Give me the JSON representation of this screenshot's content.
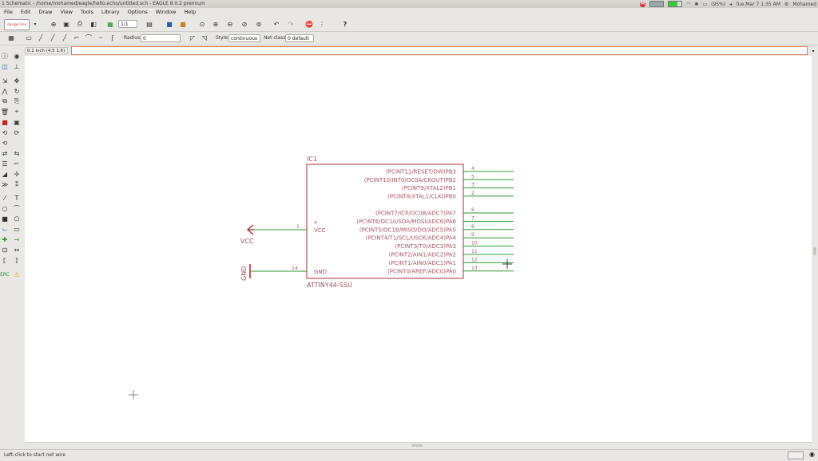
{
  "window": {
    "title": "1 Schematic - /home/mohamed/eagle/hello.echo/untitled.sch - EAGLE 8.0.2 premium"
  },
  "tray": {
    "battery": "(95%)",
    "datetime": "Tue Mar 7 1:35 AM",
    "user": "Mohamed",
    "badge": "M"
  },
  "menu": [
    "File",
    "Edit",
    "Draw",
    "View",
    "Tools",
    "Library",
    "Options",
    "Window",
    "Help"
  ],
  "toolbar": {
    "sheet_value": "1/1",
    "radius_label": "Radius:",
    "radius_value": "0",
    "style_label": "Style:",
    "style_value": "continuous",
    "netclass_label": "Net class:",
    "netclass_value": "0 default",
    "logo": "design link"
  },
  "coordinates": "0.1 inch (4.5 1.6)",
  "command_input": "",
  "status": "Left-click to start net wire",
  "schematic": {
    "part_name": "IC1",
    "part_value": "ATTINY44-SSU",
    "supply_vcc": "VCC",
    "supply_gnd": "GND",
    "left_pins": [
      {
        "label": "VCC",
        "number": "1"
      },
      {
        "label": "GND",
        "number": "14"
      }
    ],
    "right_pins": [
      {
        "label": "(PCINT11/RESET/DW)PB3",
        "number": "4"
      },
      {
        "label": "(PCINT10/INT0/OC0A/CKOUT)PB2",
        "number": "5"
      },
      {
        "label": "(PCINT9/XTAL2)PB1",
        "number": "3"
      },
      {
        "label": "(PCINT8/XTAL1/CLKI)PB0",
        "number": "2"
      },
      {
        "label": "(PCINT7/ICP/OC0B/ADC7)PA7",
        "number": "6"
      },
      {
        "label": "(PCINT6/OC1A/SDA/MOSI/ADC6)PA6",
        "number": "7"
      },
      {
        "label": "(PCINT5/OC1B/MISO/DO/ADC5)PA5",
        "number": "8"
      },
      {
        "label": "(PCINT4/T1/SCL/USCK/ADC4)PA4",
        "number": "9"
      },
      {
        "label": "(PCINT3/T0/ADC3)PA3",
        "number": "10"
      },
      {
        "label": "(PCINT2/AIN1/ADC2)PA2",
        "number": "11"
      },
      {
        "label": "(PCINT1/AIN0/ADC1)PA1",
        "number": "12"
      },
      {
        "label": "(PCINT0/AREF/ADC0)PA0",
        "number": "13"
      }
    ],
    "colors": {
      "body": "#a8323a",
      "pin": "#2e9a2e",
      "text": "#a85560",
      "frame_text": "#a0505a"
    }
  }
}
